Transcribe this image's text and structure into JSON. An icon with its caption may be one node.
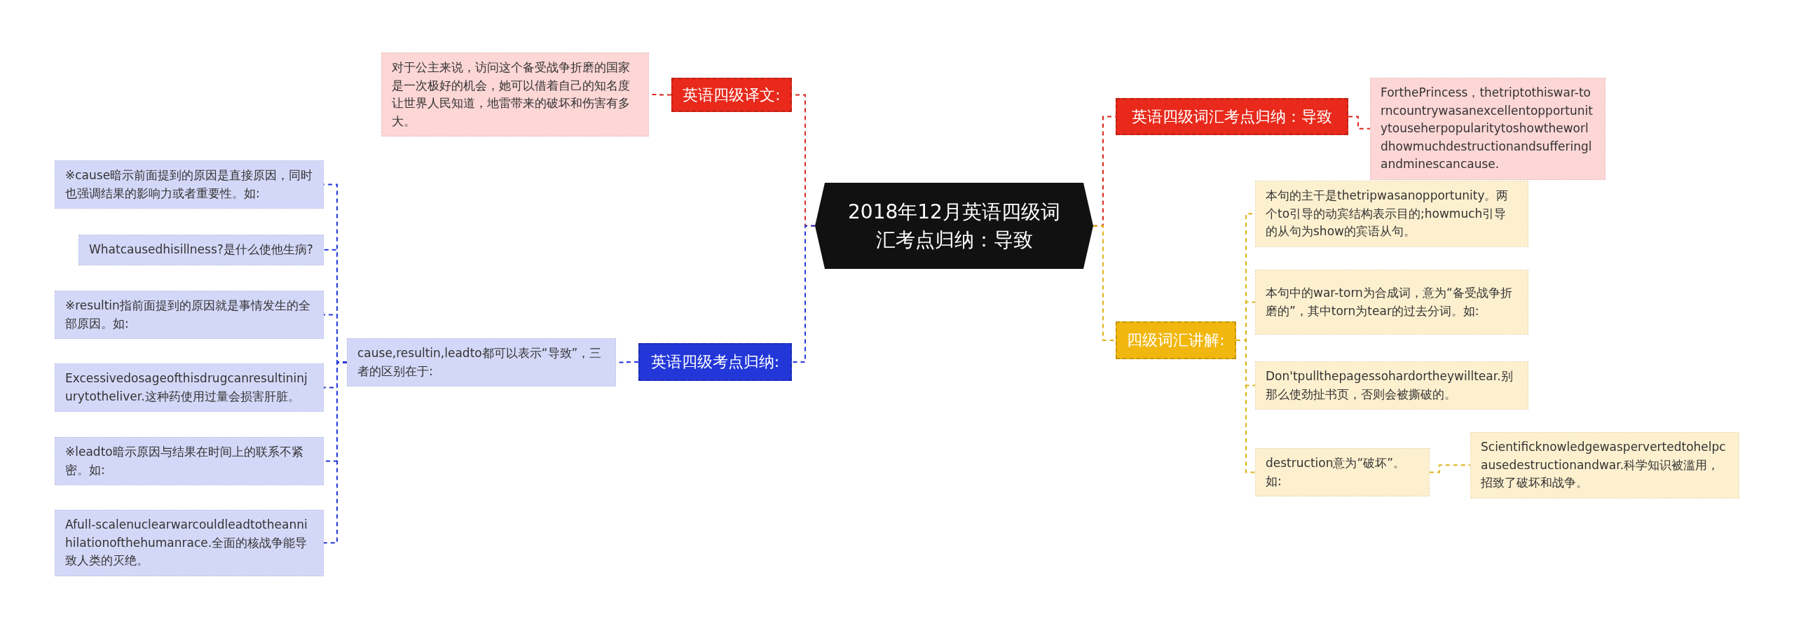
{
  "diagram": {
    "nodes": [
      {
        "text": [
          "2018年12月英语四级词汇考点归纳：导致"
        ]
      },
      {
        "text": [
          "英语四级译文:"
        ]
      },
      {
        "text": [
          "对于公主来说，访问这个备受战争折磨的国家是一次极好的机会，她可以借着自己的知名度让世界人民知道，地雷带来的破坏和伤害有多大。"
        ]
      },
      {
        "text": [
          "英语四级考点归纳:"
        ]
      },
      {
        "text": [
          "cause,resultin,leadto都可以表示“导致”，三者的区别在于:"
        ]
      },
      {
        "text": [
          "※cause暗示前面提到的原因是直接原因，同时也强调结果的影响力或者重要性。如:"
        ]
      },
      {
        "text": [
          "Whatcausedhisillness?是什么使他生病?"
        ]
      },
      {
        "text": [
          "※resultin指前面提到的原因就是事情发生的全部原因。如:"
        ]
      },
      {
        "text": [
          "Excessivedosageofthisdrugcanresultininjurytotheliver.这种药使用过量会损害肝脏。"
        ]
      },
      {
        "text": [
          "※leadto暗示原因与结果在时间上的联系不紧密。如:"
        ]
      },
      {
        "text": [
          "Afull-scalenuclearwarcouldleadtotheannihilationofthehumanrace.全面的核战争能导致人类的灭绝。"
        ]
      },
      {
        "text": [
          "英语四级词汇考点归纳：导致"
        ]
      },
      {
        "text": [
          "ForthePrincess，thetriptothiswar-torncountrywasanexcellentopportunitytouseherpopularitytoshowtheworldhowmuchdestructionandsufferinglandminescancause."
        ]
      },
      {
        "text": [
          "四级词汇讲解:"
        ]
      },
      {
        "text": [
          "本句的主干是thetripwasanopportunity。两个to引导的动宾结构表示目的;howmuch引导的从句为show的宾语从句。"
        ]
      },
      {
        "text": [
          "本句中的war-torn为合成词，意为“备受战争折磨的”，其中torn为tear的过去分词。如:"
        ]
      },
      {
        "text": [
          "Don'tpullthepagessohardortheywilltear.别那么使劲扯书页，否则会被撕破的。"
        ]
      },
      {
        "text": [
          "destruction意为“破坏”。如:"
        ]
      },
      {
        "text": [
          "Scientificknowledgewaspervertedtohelpcausedestructionandwar.科学知识被滥用，招致了破坏和战争。"
        ]
      }
    ],
    "edges": [
      {
        "from": 0,
        "to": 1,
        "arrow": "none",
        "color": "#d9291c"
      },
      {
        "from": 1,
        "to": 2,
        "arrow": "none",
        "color": "#d9291c"
      },
      {
        "from": 0,
        "to": 3,
        "arrow": "none"
      },
      {
        "from": 3,
        "to": 4,
        "arrow": "none"
      },
      {
        "from": 4,
        "to": 5,
        "arrow": "none"
      },
      {
        "from": 4,
        "to": 6,
        "arrow": "none"
      },
      {
        "from": 4,
        "to": 7,
        "arrow": "none"
      },
      {
        "from": 4,
        "to": 8,
        "arrow": "none"
      },
      {
        "from": 4,
        "to": 9,
        "arrow": "none"
      },
      {
        "from": 4,
        "to": 10,
        "arrow": "none"
      },
      {
        "from": 0,
        "to": 11,
        "arrow": "none",
        "color": "#d9291c"
      },
      {
        "from": 11,
        "to": 12,
        "arrow": "none",
        "color": "#d9291c"
      },
      {
        "from": 0,
        "to": 13,
        "arrow": "none",
        "color": "#e0b21a"
      },
      {
        "from": 13,
        "to": 14,
        "arrow": "none",
        "color": "#e0b21a"
      },
      {
        "from": 13,
        "to": 15,
        "arrow": "none",
        "color": "#e0b21a"
      },
      {
        "from": 13,
        "to": 16,
        "arrow": "none",
        "color": "#e0b21a"
      },
      {
        "from": 13,
        "to": 17,
        "arrow": "none",
        "color": "#e0b21a"
      },
      {
        "from": 17,
        "to": 18,
        "arrow": "none",
        "color": "#e0b21a"
      }
    ]
  }
}
